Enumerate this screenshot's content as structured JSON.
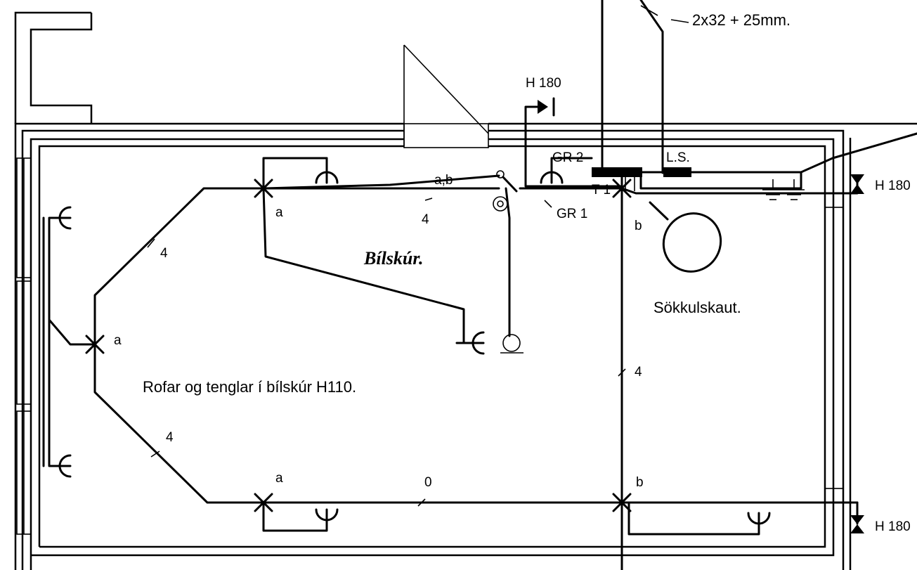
{
  "plan": {
    "room_title": "Bílskúr.",
    "note": "Rofar og tenglar  í bílskúr H110.",
    "area_label": "Sökkulskaut.",
    "cable_spec": "2x32 + 25mm."
  },
  "labels": {
    "h180_top": "H 180",
    "h180_right": "H 180",
    "h180_bottom": "H 180",
    "gr1": "GR 1",
    "gr2": "GR 2",
    "ls": "L.S.",
    "t1": "T 1",
    "ab": "a,b",
    "a1": "a",
    "a2": "a",
    "a3": "a",
    "b1": "b",
    "b2": "b"
  },
  "wire_counts": {
    "left_upper": "4",
    "left_lower": "4",
    "top_run": "4",
    "bottom_run": "0",
    "center_vertical": "4"
  }
}
